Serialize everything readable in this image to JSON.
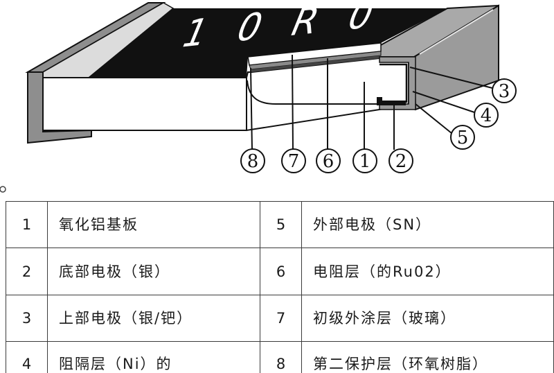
{
  "diagram": {
    "marking": "10R0",
    "callouts": [
      {
        "label": "1"
      },
      {
        "label": "2"
      },
      {
        "label": "3"
      },
      {
        "label": "4"
      },
      {
        "label": "5"
      },
      {
        "label": "6"
      },
      {
        "label": "7"
      },
      {
        "label": "8"
      }
    ]
  },
  "table": {
    "rows": [
      {
        "left_num": "1",
        "left_name": "氧化铝基板",
        "right_num": "5",
        "right_name": "外部电极（SN）"
      },
      {
        "left_num": "2",
        "left_name": "底部电极（银）",
        "right_num": "6",
        "right_name": "电阻层（的Ru02）"
      },
      {
        "left_num": "3",
        "left_name": "上部电极（银/钯）",
        "right_num": "7",
        "right_name": "初级外涂层（玻璃）"
      },
      {
        "left_num": "4",
        "left_name": "阻隔层（Ni）的",
        "right_num": "8",
        "right_name": "第二保护层（环氧树脂）"
      }
    ]
  }
}
